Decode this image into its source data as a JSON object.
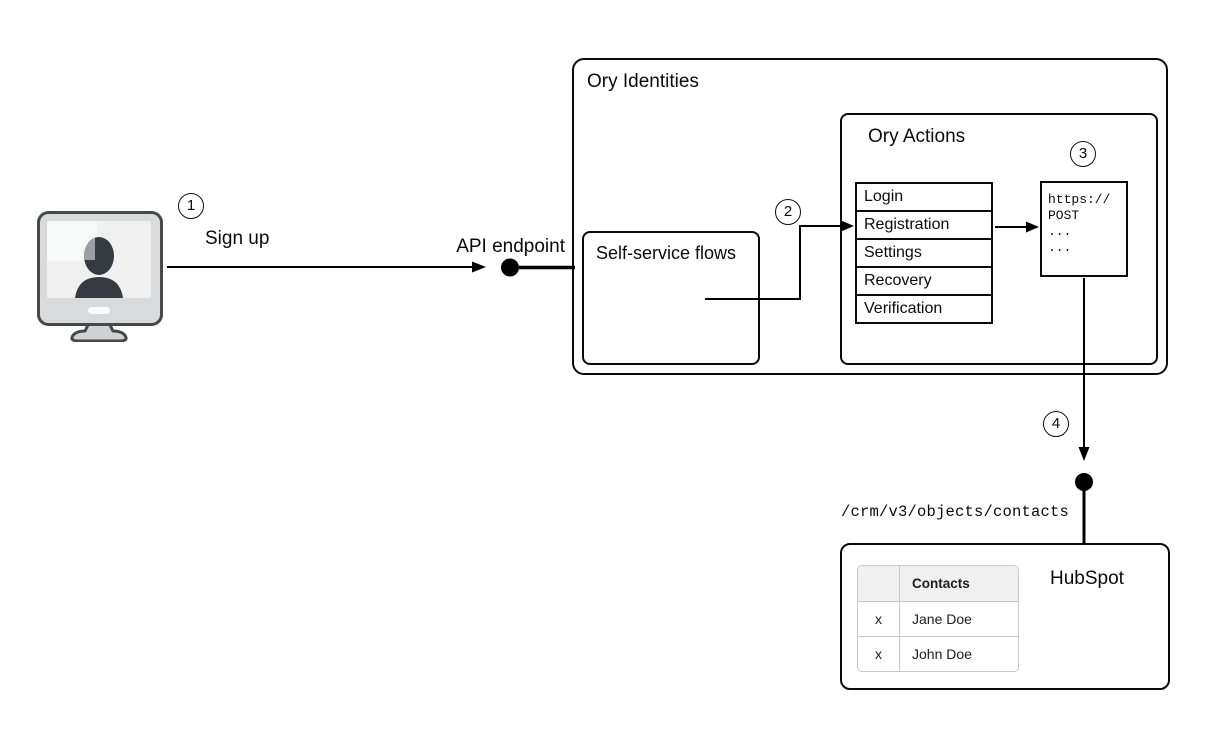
{
  "flow": {
    "step1_badge": "1",
    "step2_badge": "2",
    "step3_badge": "3",
    "step4_badge": "4",
    "sign_up_label": "Sign up",
    "api_endpoint_label": "API endpoint",
    "crm_path_label": "/crm/v3/objects/contacts"
  },
  "ory_identities": {
    "title": "Ory Identities",
    "self_service_flows": {
      "title": "Self-service flows"
    },
    "ory_actions": {
      "title": "Ory Actions",
      "flow_list": [
        "Login",
        "Registration",
        "Settings",
        "Recovery",
        "Verification"
      ],
      "webhook_card": {
        "lines": [
          "https://",
          "POST",
          "...",
          "..."
        ]
      }
    }
  },
  "hubspot": {
    "title": "HubSpot",
    "contacts_table": {
      "header": [
        "",
        "Contacts"
      ],
      "rows": [
        [
          "x",
          "Jane Doe"
        ],
        [
          "x",
          "John Doe"
        ]
      ]
    }
  },
  "icons": {
    "client": "user-terminal-icon"
  },
  "colors": {
    "line": "#000000",
    "box_border": "#0a0a0a",
    "table_border": "#c9c9c9",
    "table_header_bg": "#f0f0f1",
    "monitor_frame": "#d8dadb",
    "monitor_border": "#46484c",
    "monitor_screen": "#f0f0f0",
    "silhouette": "#363b41"
  }
}
